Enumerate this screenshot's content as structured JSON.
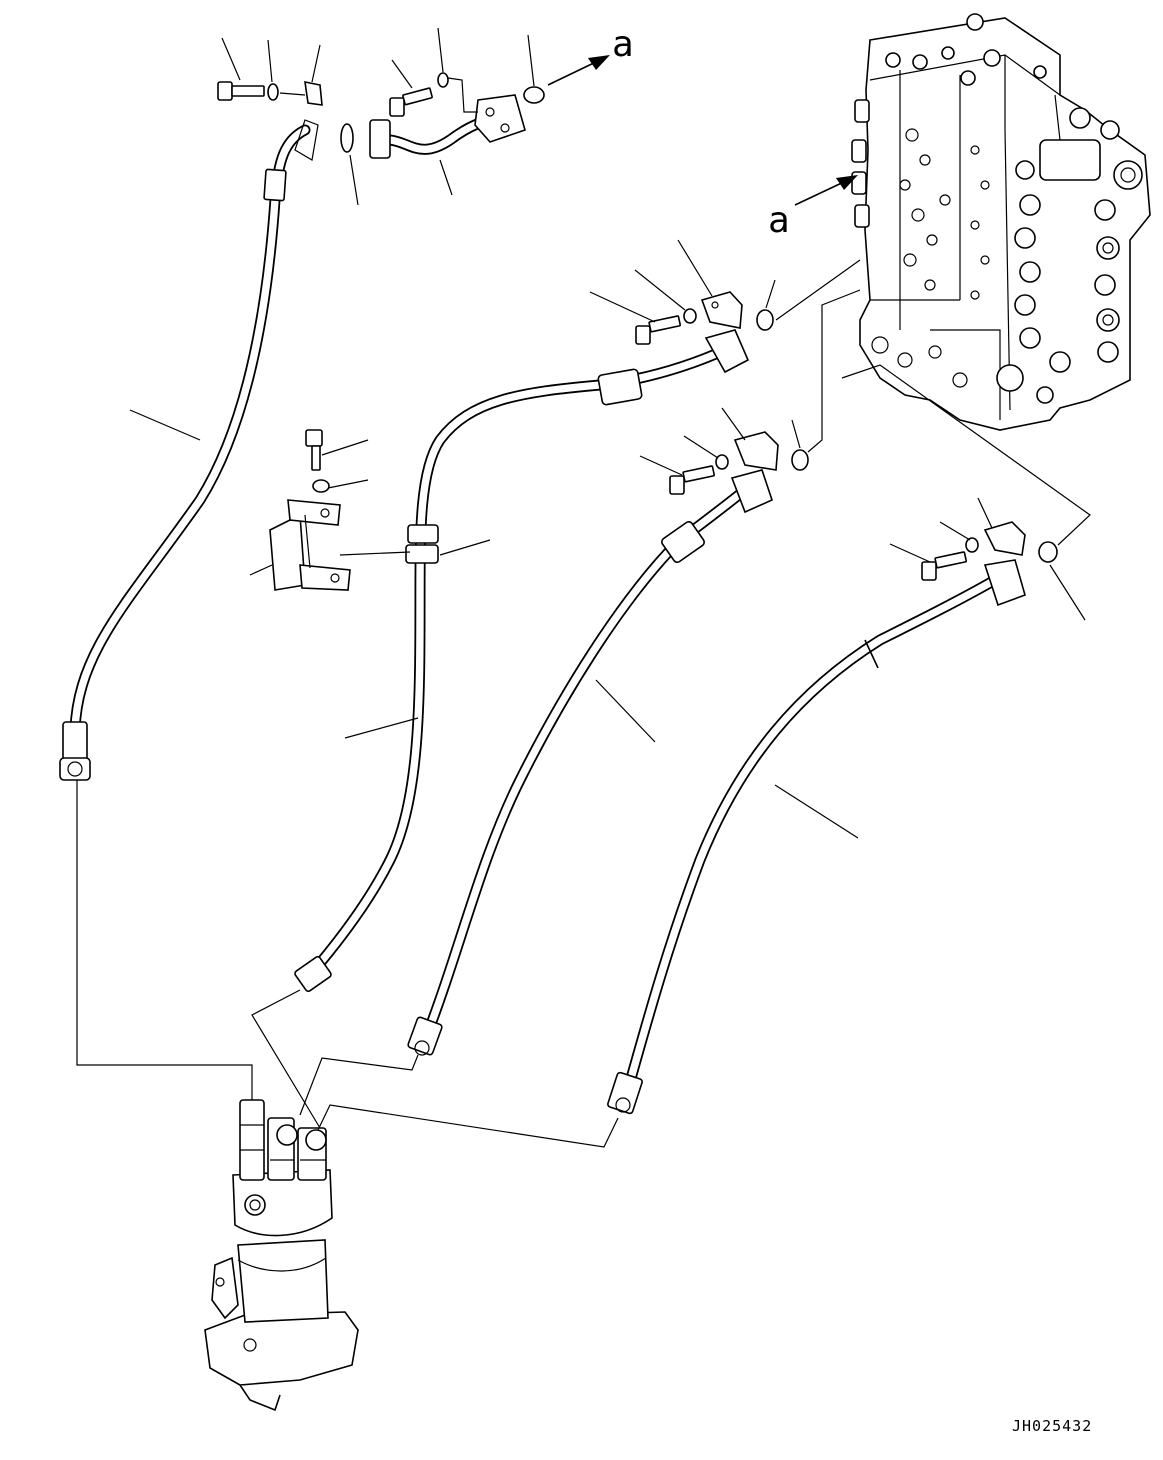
{
  "labels": {
    "ref_a_top": "a",
    "ref_a_valve": "a",
    "drawing_code": "JH025432"
  },
  "icons": {
    "control_valve": "control-valve-block",
    "swivel_joint": "swivel-joint",
    "bolt": "bolt",
    "washer": "washer",
    "split_flange": "split-flange",
    "o_ring": "o-ring",
    "clamp": "hose-clamp",
    "hose": "hydraulic-hose"
  }
}
